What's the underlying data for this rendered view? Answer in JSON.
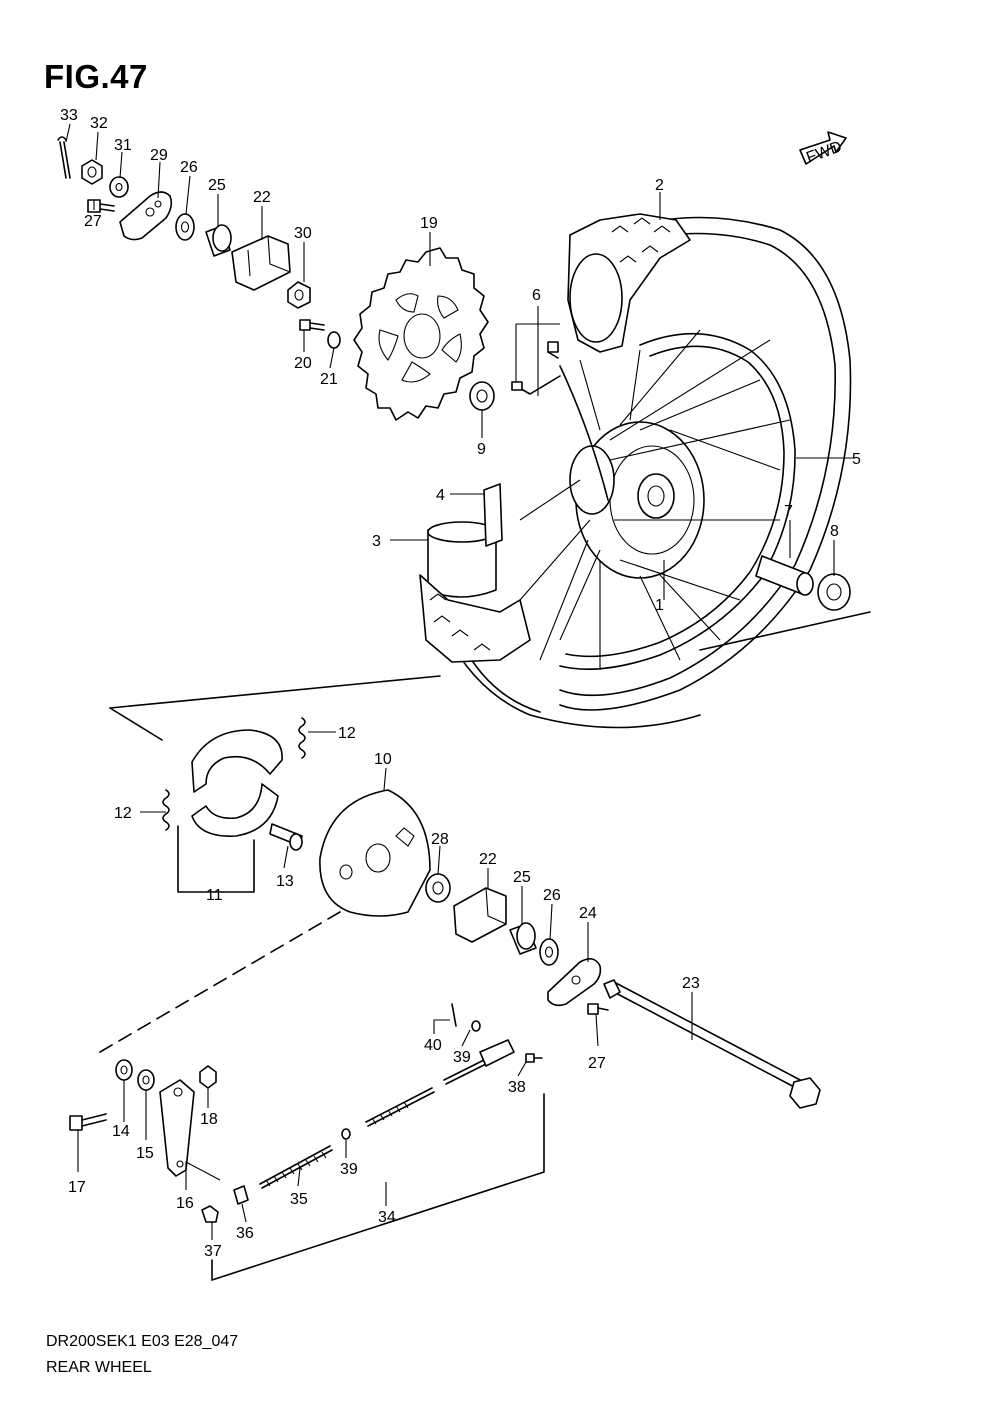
{
  "figure": {
    "title": "FIG.47",
    "fwd_badge": "FWD",
    "model_code": "DR200SEK1 E03 E28_047",
    "diagram_name": "REAR WHEEL"
  },
  "callouts": [
    {
      "id": "c1",
      "label": "1"
    },
    {
      "id": "c2",
      "label": "2"
    },
    {
      "id": "c3",
      "label": "3"
    },
    {
      "id": "c4",
      "label": "4"
    },
    {
      "id": "c5",
      "label": "5"
    },
    {
      "id": "c6",
      "label": "6"
    },
    {
      "id": "c7",
      "label": "7"
    },
    {
      "id": "c8",
      "label": "8"
    },
    {
      "id": "c9",
      "label": "9"
    },
    {
      "id": "c10",
      "label": "10"
    },
    {
      "id": "c11",
      "label": "11"
    },
    {
      "id": "c12a",
      "label": "12"
    },
    {
      "id": "c12b",
      "label": "12"
    },
    {
      "id": "c13",
      "label": "13"
    },
    {
      "id": "c14",
      "label": "14"
    },
    {
      "id": "c15",
      "label": "15"
    },
    {
      "id": "c16",
      "label": "16"
    },
    {
      "id": "c17",
      "label": "17"
    },
    {
      "id": "c18",
      "label": "18"
    },
    {
      "id": "c19",
      "label": "19"
    },
    {
      "id": "c20",
      "label": "20"
    },
    {
      "id": "c21",
      "label": "21"
    },
    {
      "id": "c22a",
      "label": "22"
    },
    {
      "id": "c22b",
      "label": "22"
    },
    {
      "id": "c23",
      "label": "23"
    },
    {
      "id": "c24",
      "label": "24"
    },
    {
      "id": "c25a",
      "label": "25"
    },
    {
      "id": "c25b",
      "label": "25"
    },
    {
      "id": "c26a",
      "label": "26"
    },
    {
      "id": "c26b",
      "label": "26"
    },
    {
      "id": "c27a",
      "label": "27"
    },
    {
      "id": "c27b",
      "label": "27"
    },
    {
      "id": "c28",
      "label": "28"
    },
    {
      "id": "c29",
      "label": "29"
    },
    {
      "id": "c30",
      "label": "30"
    },
    {
      "id": "c31",
      "label": "31"
    },
    {
      "id": "c32",
      "label": "32"
    },
    {
      "id": "c33",
      "label": "33"
    },
    {
      "id": "c34",
      "label": "34"
    },
    {
      "id": "c35",
      "label": "35"
    },
    {
      "id": "c36",
      "label": "36"
    },
    {
      "id": "c37",
      "label": "37"
    },
    {
      "id": "c38",
      "label": "38"
    },
    {
      "id": "c39a",
      "label": "39"
    },
    {
      "id": "c39b",
      "label": "39"
    },
    {
      "id": "c40",
      "label": "40"
    }
  ]
}
